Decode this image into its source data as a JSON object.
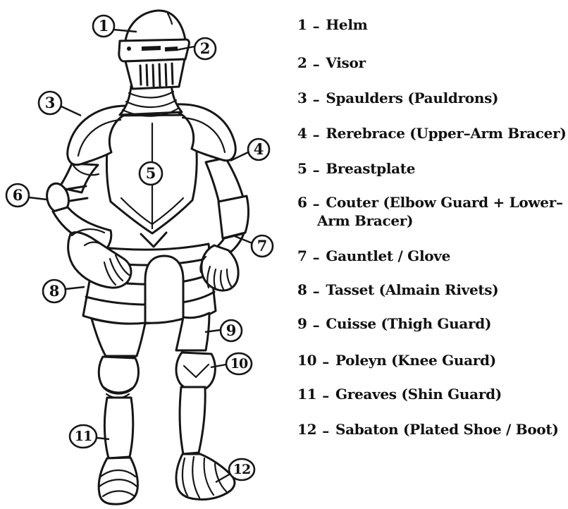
{
  "diagram_title": "Knight armor parts diagram",
  "colors": {
    "ink": "#161616",
    "background": "#ffffff"
  },
  "legend": {
    "separator": "–",
    "items": [
      {
        "num": "1",
        "label": "Helm"
      },
      {
        "num": "2",
        "label": "Visor"
      },
      {
        "num": "3",
        "label": "Spaulders (Pauldrons)"
      },
      {
        "num": "4",
        "label": "Rerebrace (Upper–Arm Bracer)"
      },
      {
        "num": "5",
        "label": "Breastplate"
      },
      {
        "num": "6",
        "label": "Couter (Elbow Guard + Lower–",
        "label2": "Arm Bracer)"
      },
      {
        "num": "7",
        "label": "Gauntlet / Glove"
      },
      {
        "num": "8",
        "label": "Tasset (Almain Rivets)"
      },
      {
        "num": "9",
        "label": "Cuisse (Thigh Guard)"
      },
      {
        "num": "10",
        "label": "Poleyn (Knee Guard)"
      },
      {
        "num": "11",
        "label": "Greaves (Shin Guard)"
      },
      {
        "num": "12",
        "label": "Sabaton (Plated Shoe / Boot)"
      }
    ]
  }
}
